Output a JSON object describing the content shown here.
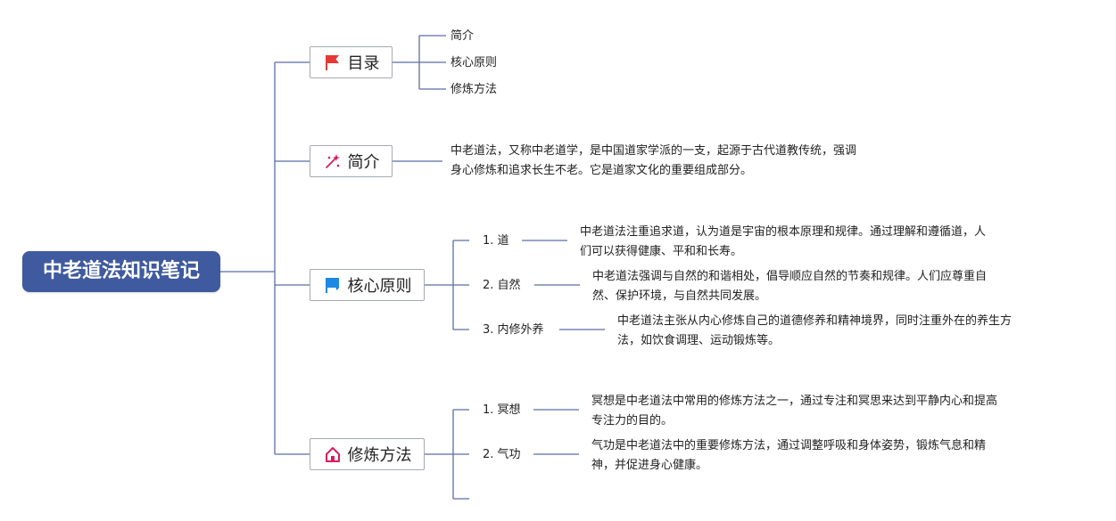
{
  "root": {
    "title": "中老道法知识笔记"
  },
  "branches": {
    "toc": {
      "label": "目录",
      "items": [
        "简介",
        "核心原则",
        "修炼方法"
      ]
    },
    "intro": {
      "label": "简介",
      "text_lines": [
        "中老道法，又称中老道学，是中国道家学派的一支，起源于古代道教传统，强调",
        "身心修炼和追求长生不老。它是道家文化的重要组成部分。"
      ]
    },
    "principles": {
      "label": "核心原则",
      "items": [
        {
          "label": "1. 道",
          "desc_lines": [
            "中老道法注重追求道，认为道是宇宙的根本原理和规律。通过理解和遵循道，人",
            "们可以获得健康、平和和长寿。"
          ]
        },
        {
          "label": "2. 自然",
          "desc_lines": [
            "中老道法强调与自然的和谐相处，倡导顺应自然的节奏和规律。人们应尊重自",
            "然、保护环境，与自然共同发展。"
          ]
        },
        {
          "label": "3. 内修外养",
          "desc_lines": [
            "中老道法主张从内心修炼自己的道德修养和精神境界，同时注重外在的养生方",
            "法，如饮食调理、运动锻炼等。"
          ]
        }
      ]
    },
    "methods": {
      "label": "修炼方法",
      "items": [
        {
          "label": "1. 冥想",
          "desc_lines": [
            "冥想是中老道法中常用的修炼方法之一，通过专注和冥思来达到平静内心和提高",
            "专注力的目的。"
          ]
        },
        {
          "label": "2. 气功",
          "desc_lines": [
            "气功是中老道法中的重要修炼方法，通过调整呼吸和身体姿势，锻炼气息和精",
            "神，并促进身心健康。"
          ]
        }
      ]
    }
  },
  "colors": {
    "root_fill": "#3f5a9e",
    "connector": "#5a6ea8",
    "flag_red": "#e53935",
    "flag_blue": "#1e88e5",
    "sparkle": "#d81b60",
    "house": "#d81b60"
  },
  "icons": {
    "toc": "red-flag-icon",
    "intro": "sparkle-icon",
    "principles": "blue-flag-icon",
    "methods": "house-icon"
  }
}
